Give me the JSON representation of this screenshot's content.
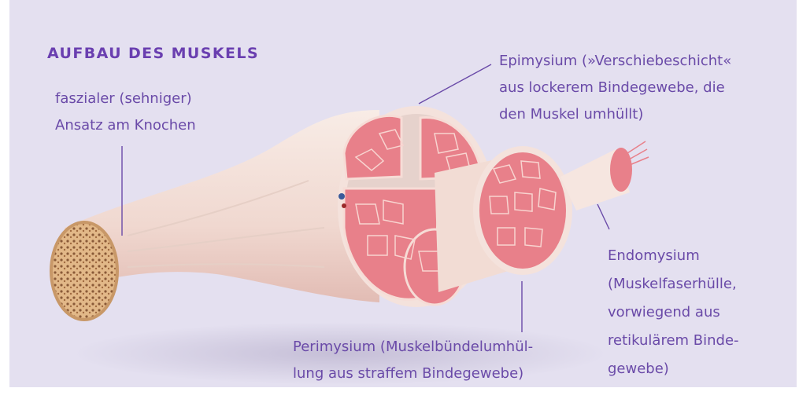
{
  "title": "AUFBAU DES MUSKELS",
  "labels": {
    "ansatz": [
      "faszialer (sehniger)",
      "Ansatz am Knochen"
    ],
    "epimysium": [
      "Epimysium (»Verschiebeschicht«",
      "aus lockerem Bindegewebe, die",
      "den Muskel umhüllt)"
    ],
    "endomysium": [
      "Endomysium",
      "(Muskelfaserhülle,",
      "vorwiegend aus",
      "retikulärem Binde-",
      "gewebe)"
    ],
    "perimysium": [
      "Perimysium (Muskelbündelumhül-",
      "lung aus straffem Bindegewebe)"
    ]
  },
  "colors": {
    "background": "#e4e0f0",
    "accent": "#6a4aa8",
    "muscle": "#e8808a",
    "fascia": "#f4e4de",
    "bone": "#d9a87a"
  }
}
